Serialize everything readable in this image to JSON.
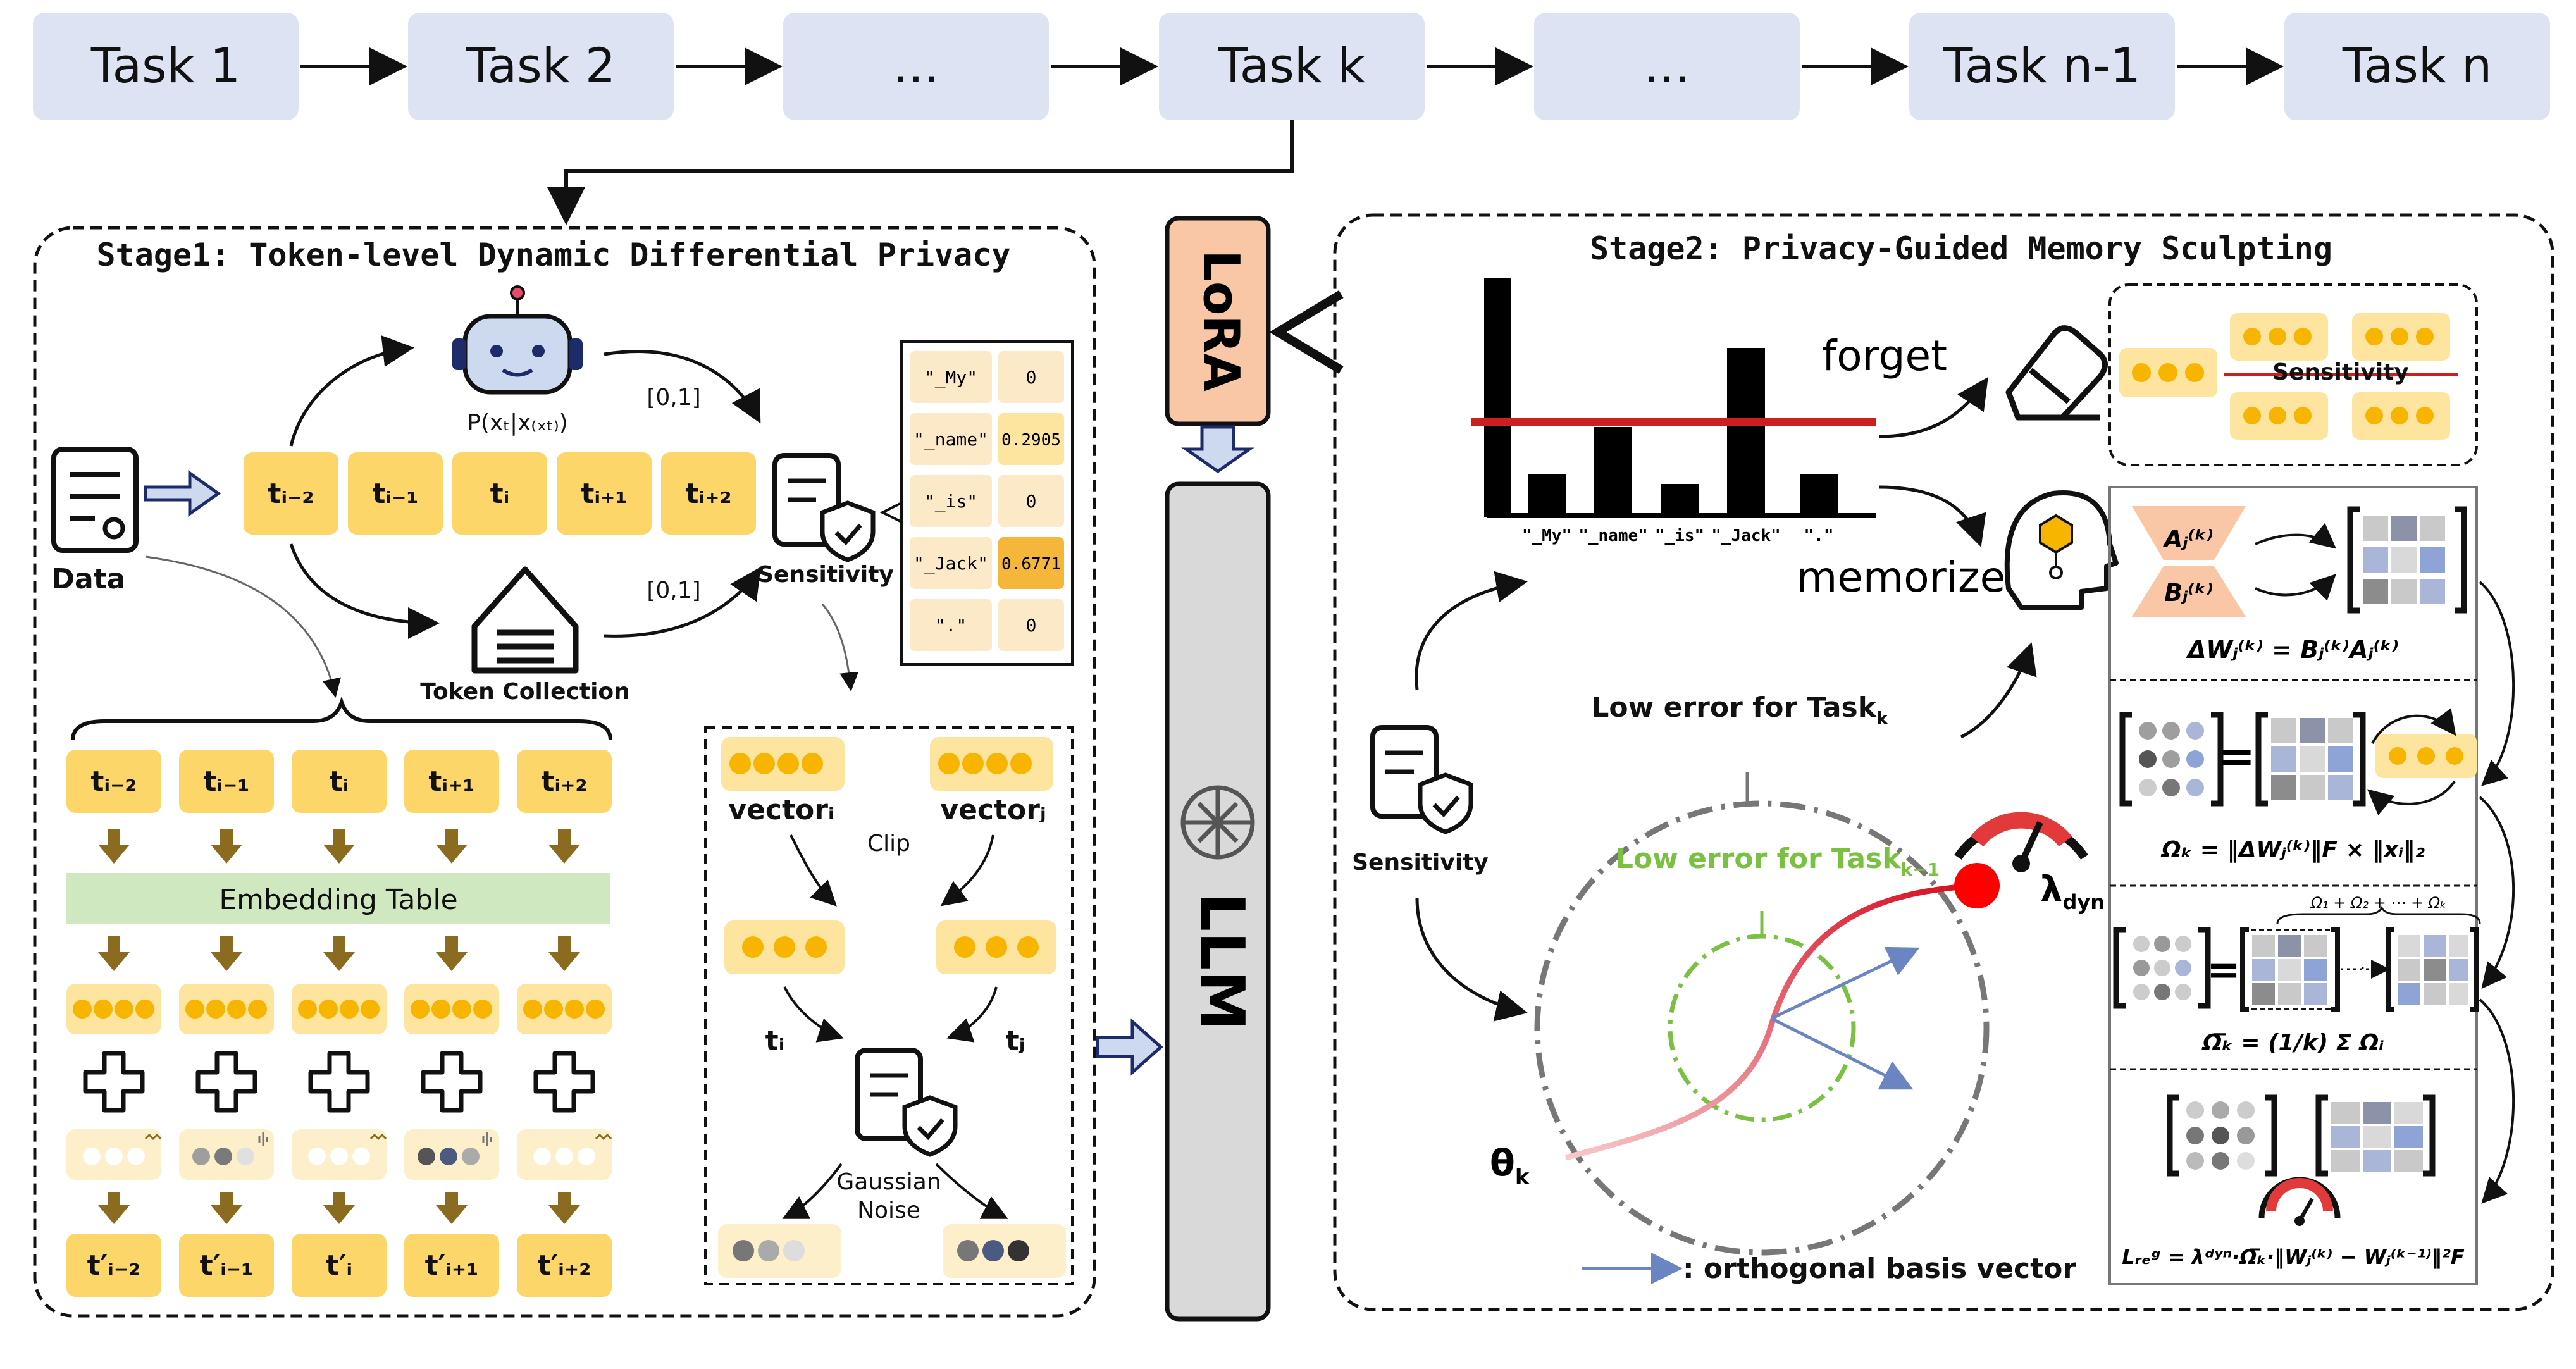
{
  "tasks": [
    "Task 1",
    "Task 2",
    "...",
    "Task k",
    "...",
    "Task n-1",
    "Task n"
  ],
  "stage1": {
    "title": "Stage1: Token-level Dynamic Differential Privacy",
    "data_label": "Data",
    "prob_label": "P(xₜ|x₍ₓₜ₎)",
    "range_top": "[0,1]",
    "range_bottom": "[0,1]",
    "token_collection": "Token Collection",
    "sensitivity_label": "Sensitivity",
    "tokens_top": [
      "tᵢ₋₂",
      "tᵢ₋₁",
      "tᵢ",
      "tᵢ₊₁",
      "tᵢ₊₂"
    ],
    "tokens_in": [
      "tᵢ₋₂",
      "tᵢ₋₁",
      "tᵢ",
      "tᵢ₊₁",
      "tᵢ₊₂"
    ],
    "tokens_out": [
      "t′ᵢ₋₂",
      "t′ᵢ₋₁",
      "t′ᵢ",
      "t′ᵢ₊₁",
      "t′ᵢ₊₂"
    ],
    "embedding_table": "Embedding Table",
    "sens_table": [
      {
        "token": "\"_My\"",
        "value": "0"
      },
      {
        "token": "\"_name\"",
        "value": "0.2905"
      },
      {
        "token": "\"_is\"",
        "value": "0"
      },
      {
        "token": "\"_Jack\"",
        "value": "0.6771"
      },
      {
        "token": "\".\"",
        "value": "0"
      }
    ],
    "vector_i": "vectorᵢ",
    "vector_j": "vectorⱼ",
    "clip": "Clip",
    "t_i": "tᵢ",
    "t_j": "tⱼ",
    "gaussian": "Gaussian",
    "noise": "Noise"
  },
  "center": {
    "lora": "LoRA",
    "llm": "LLM"
  },
  "stage2": {
    "title": "Stage2: Privacy-Guided Memory Sculpting",
    "bar_labels": [
      "\"_My\"",
      "\"_name\"",
      "\"_is\"",
      "\"_Jack\"",
      "\".\""
    ],
    "forget": "forget",
    "memorize": "memorize",
    "sensitivity_label": "Sensitivity",
    "sens_box_label": "Sensitivity",
    "low_error_k": "Low error for Task",
    "low_error_k_sub": "k",
    "low_error_k1": "Low error for Task",
    "low_error_k1_sub": "k−1",
    "lambda_dyn": "λ",
    "lambda_sub": "dyn",
    "theta_k": "θ",
    "theta_sub": "k",
    "orth_legend": ": orthogonal basis vector",
    "A_label": "Aⱼ⁽ᵏ⁾",
    "B_label": "Bⱼ⁽ᵏ⁾",
    "eq_delta_w": "ΔWⱼ⁽ᵏ⁾ = Bⱼ⁽ᵏ⁾Aⱼ⁽ᵏ⁾",
    "eq_omega": "Ωₖ = ‖ΔWⱼ⁽ᵏ⁾‖F × ‖xᵢ‖₂",
    "eq_sum": "Ω₁ + Ω₂ + ⋯ + Ωₖ",
    "eq_avg": "Ω̅ₖ = (1/k) Σ Ωᵢ",
    "eq_reg": "Lᵣₑᵍ = λᵈʸⁿ·Ω̅ₖ·‖Wⱼ⁽ᵏ⁾ − Wⱼ⁽ᵏ⁻¹⁾‖²F"
  },
  "colors": {
    "task_box": "#dde3f3",
    "token_fill": "#fcd668",
    "token_dot": "#f7b500",
    "lora_fill": "#f9c7a6",
    "llm_fill": "#d9d9d9",
    "bar_fill": "#000000",
    "threshold": "#cc1f1f",
    "embedding": "#cfe8bf",
    "green_dash": "#7ac143",
    "red_curve": "#d62728",
    "blue_vec": "#6b84c2"
  },
  "chart_data": {
    "type": "bar",
    "categories": [
      "\"_My\"",
      "\"_name\"",
      "\"_is\"",
      "\"_Jack\"",
      "\".\""
    ],
    "values": [
      0,
      0.2905,
      0,
      0.6771,
      0
    ]
  }
}
